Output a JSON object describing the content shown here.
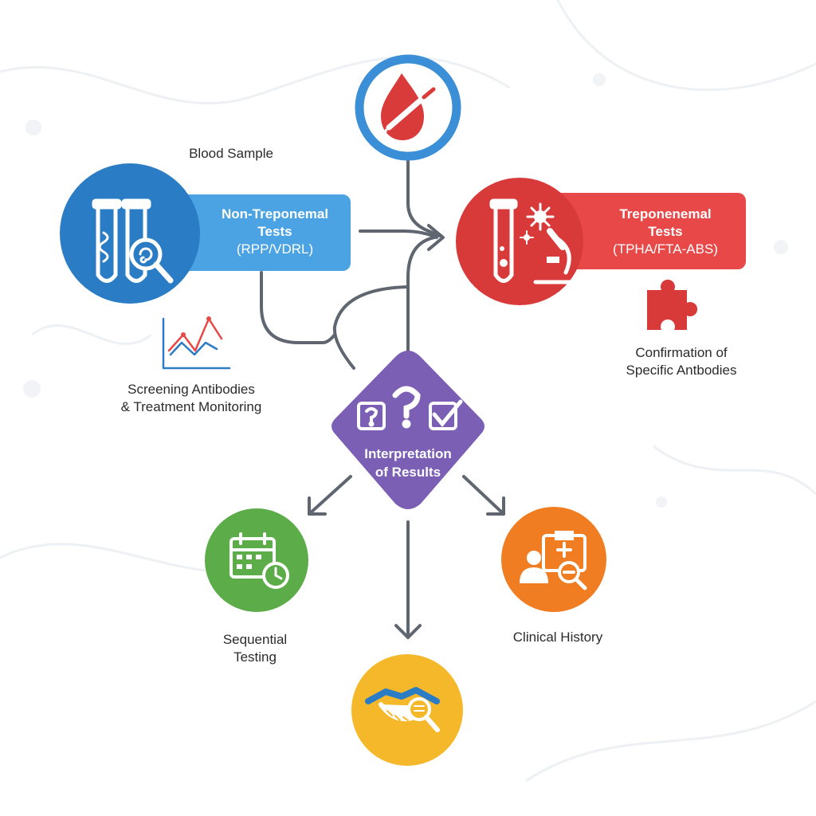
{
  "diagram": {
    "nodes": {
      "blood_sample": {
        "label": "Blood Sample",
        "icon": "blood-drop-needle-icon",
        "color": "#3a8fd6"
      },
      "non_treponemal": {
        "line1": "Non-Treponemal",
        "line2": "Tests",
        "line3": "(RPP/VDRL)",
        "icon": "test-tubes-magnifier-icon",
        "color": "#2a7cc4",
        "pill_color": "#4ba3e3"
      },
      "treponemal": {
        "line1": "Treponenemal",
        "line2": "Tests",
        "line3": "(TPHA/FTA-ABS)",
        "icon": "test-tube-microscope-icon",
        "color": "#d83a3a",
        "pill_color": "#e84848"
      },
      "interpretation": {
        "line1": "Interpretation",
        "line2": "of Results",
        "icon": "question-check-icon",
        "color": "#7b5fb5"
      },
      "sequential": {
        "line1": "Sequential",
        "line2": "Testing",
        "icon": "calendar-clock-icon",
        "color": "#5cad4a"
      },
      "clinical_history": {
        "label": "Clinical History",
        "icon": "patient-record-icon",
        "color": "#f07d22"
      },
      "consultation": {
        "icon": "handshake-magnifier-icon",
        "color": "#f5b82a"
      }
    },
    "annotations": {
      "screening": {
        "line1": "Screening Antibodies",
        "line2": "& Treatment Monitoring",
        "icon": "line-chart-icon"
      },
      "confirmation": {
        "line1": "Confirmation of",
        "line2": "Specific Antbodies",
        "icon": "puzzle-piece-icon"
      }
    },
    "connector_color": "#5f6670"
  }
}
